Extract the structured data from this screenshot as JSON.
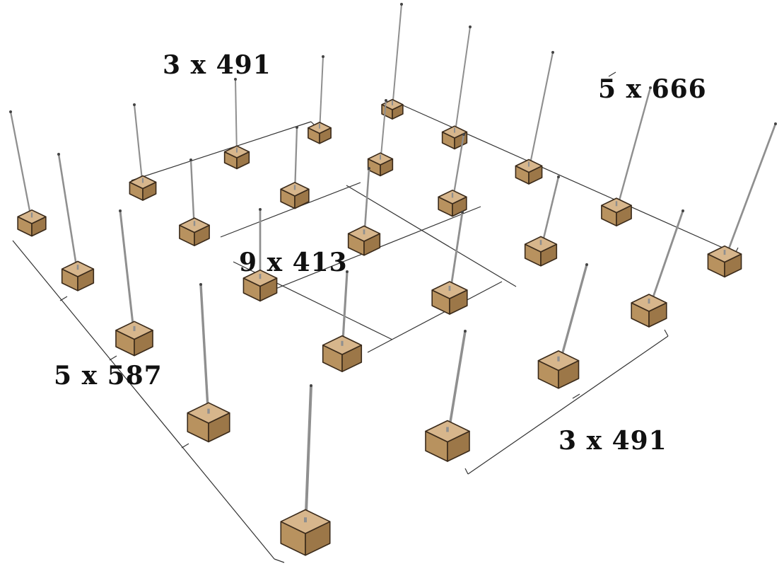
{
  "labels": {
    "top_left": "3 x 491",
    "top_right": "5 x 666",
    "middle": "9 x 413",
    "left": "5 x 587",
    "bottom_right": "3 x 491"
  },
  "colors": {
    "block_top": "#d7b68c",
    "block_side_left": "#b8925f",
    "block_side_right": "#9c7748",
    "block_edge": "#3a2a1a",
    "pole": "#8f8f8f",
    "dimension_line": "#333333",
    "label_text": "#111111"
  }
}
